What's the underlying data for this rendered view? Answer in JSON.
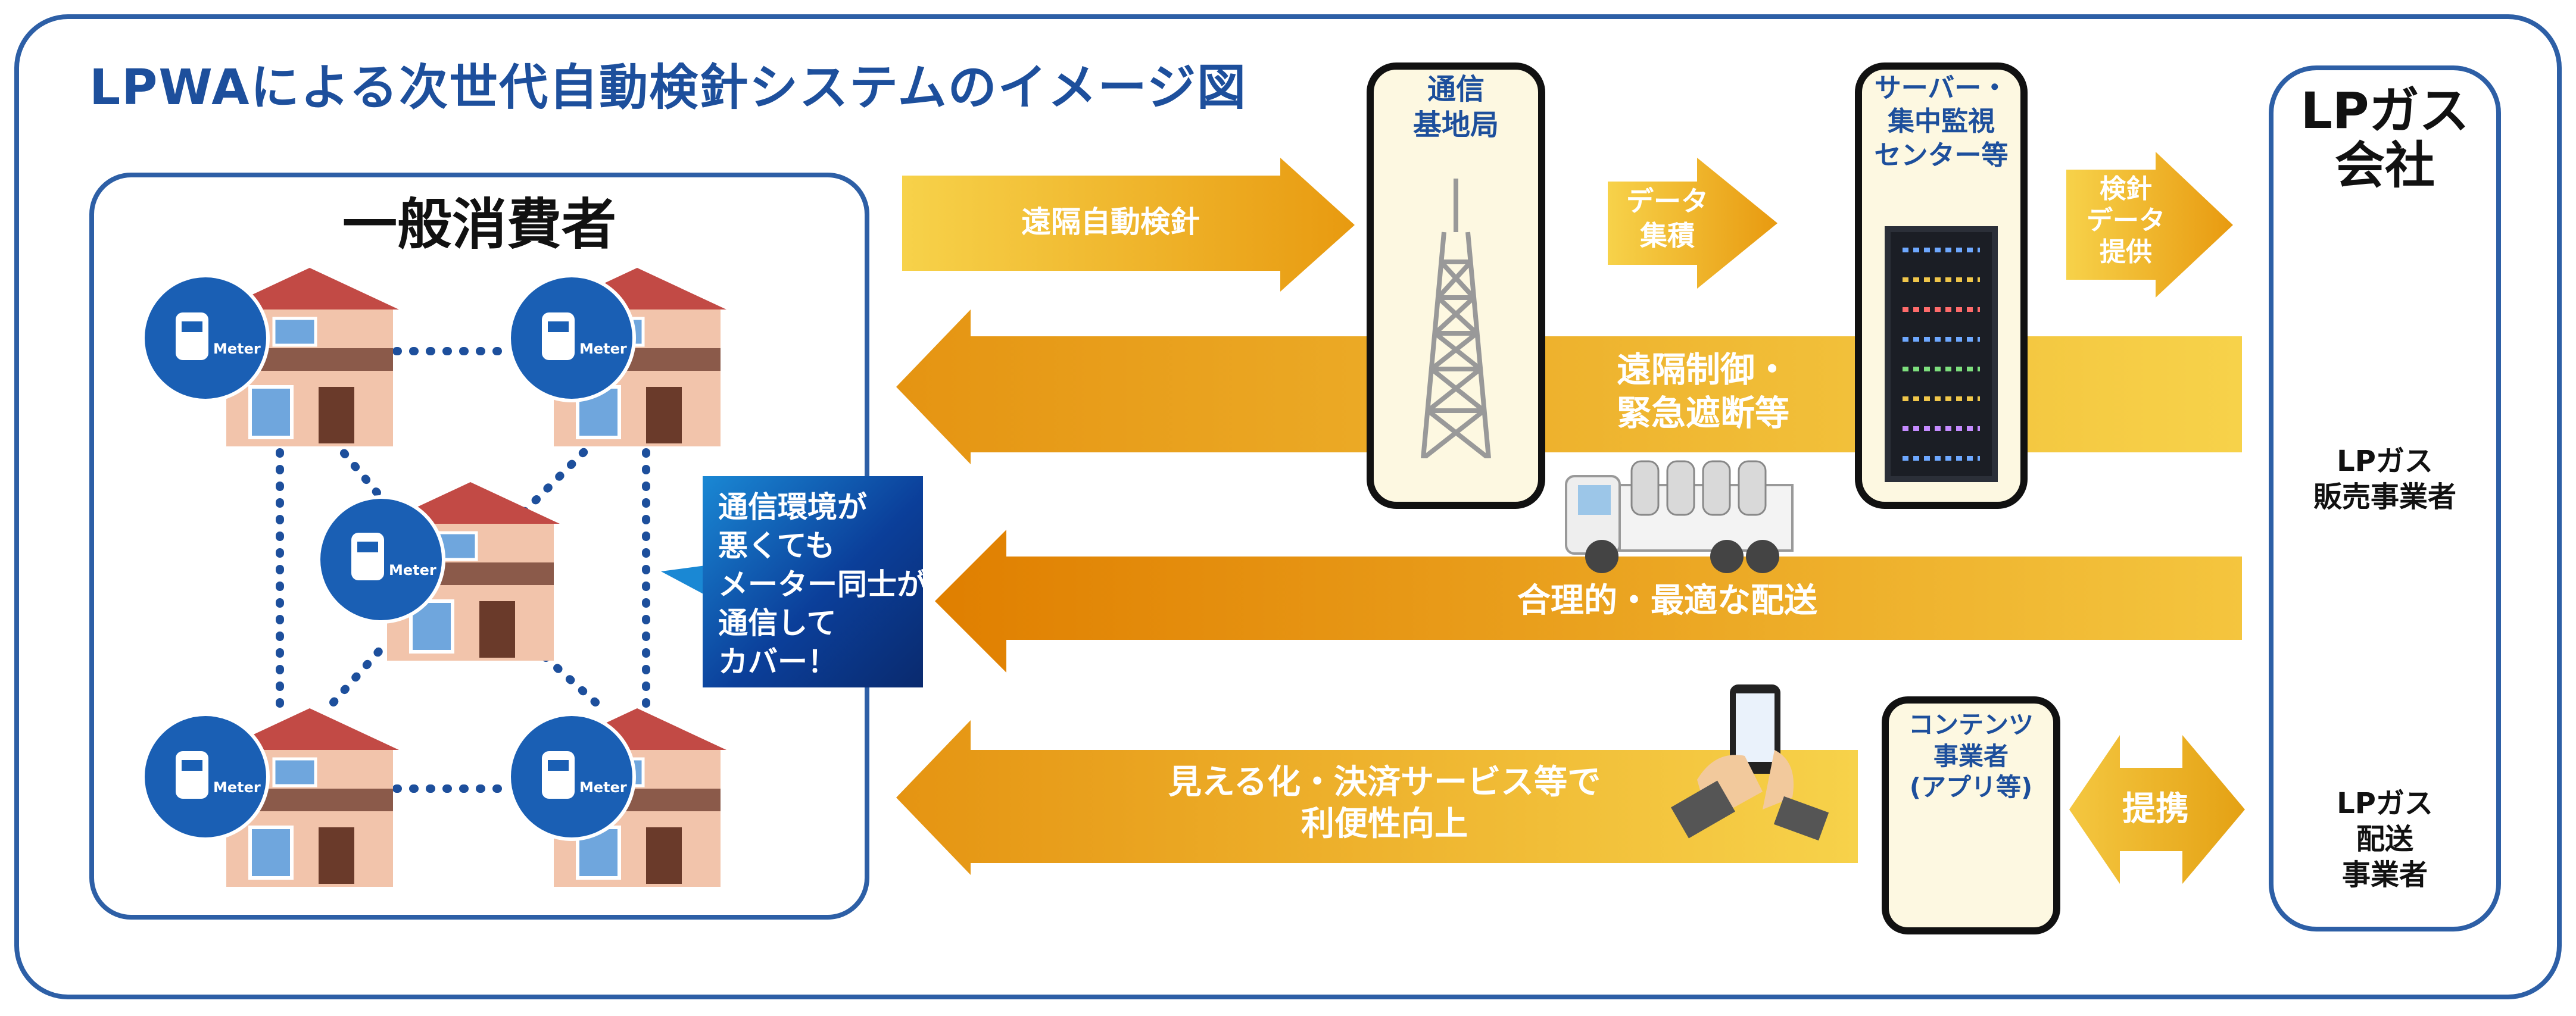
{
  "title": "LPWAによる次世代自動検針システムのイメージ図",
  "consumers": {
    "title": "一般消費者",
    "meter_label": "Meter"
  },
  "callout": {
    "lines": [
      "通信環境が",
      "悪くても",
      "メーター同士が",
      "通信して",
      "カバー！"
    ]
  },
  "base_station": {
    "line1": "通信",
    "line2": "基地局"
  },
  "server": {
    "line1": "サーバー・",
    "line2": "集中監視",
    "line3": "センター等"
  },
  "company": {
    "title_line1": "LPガス",
    "title_line2": "会社",
    "seller": {
      "line1": "LPガス",
      "line2": "販売事業者"
    },
    "delivery": {
      "line1": "LPガス",
      "line2": "配送",
      "line3": "事業者"
    }
  },
  "content_provider": {
    "line1": "コンテンツ",
    "line2": "事業者",
    "line3": "(アプリ等)"
  },
  "arrows": {
    "remote_reading": "遠隔自動検針",
    "data_collect_1": "データ",
    "data_collect_2": "集積",
    "data_provide_1": "検針",
    "data_provide_2": "データ",
    "data_provide_3": "提供",
    "remote_control_1": "遠隔制御・",
    "remote_control_2": "緊急遮断等",
    "delivery": "合理的・最適な配送",
    "services_1": "見える化・決済サービス等で",
    "services_2": "利便性向上",
    "partnership": "提携"
  },
  "colors": {
    "frame": "#2d5fa6",
    "arrow_light": "#f7d24a",
    "arrow_dark": "#e08a00",
    "title": "#1d4f9c"
  }
}
